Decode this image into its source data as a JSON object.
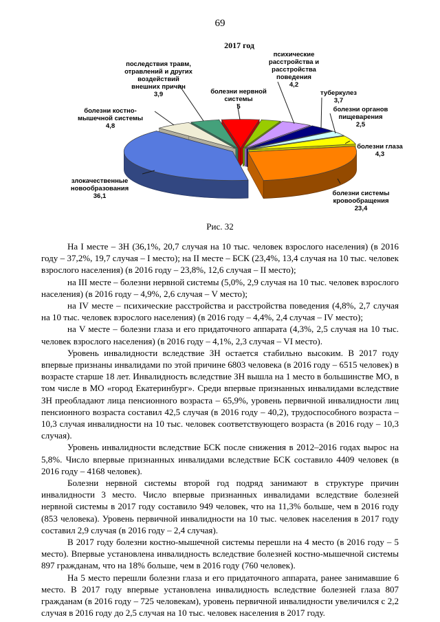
{
  "page": {
    "number": "69"
  },
  "figure": {
    "caption": "Рис. 32"
  },
  "chart_data": {
    "type": "pie",
    "title": "2017 год",
    "legend_position": "none",
    "style": "3d-exploded-pie",
    "slices": [
      {
        "label": "болезни нервной\nсистемы",
        "value": "5",
        "display_pct": 5,
        "color": "#FF0000"
      },
      {
        "label": "",
        "value": "",
        "display_pct": 2.6,
        "color": "#99CC00"
      },
      {
        "label": "психические\nрасстройства и\nрасстройства\nповедения",
        "value": "4,2",
        "display_pct": 4.2,
        "color": "#CC99FF"
      },
      {
        "label": "туберкулез",
        "value": "3,7",
        "display_pct": 3.7,
        "color": "#000080"
      },
      {
        "label": "болезни органов\nпищеварения",
        "value": "2,5",
        "display_pct": 2.5,
        "color": "#CCFFFF"
      },
      {
        "label": "болезни глаза",
        "value": "4,3",
        "display_pct": 4.3,
        "color": "#FFFF00"
      },
      {
        "label": "болезни системы\nкровообращения",
        "value": "23,4",
        "display_pct": 23.4,
        "color": "#FF8000"
      },
      {
        "label": "злокачественные\nновообразования",
        "value": "36,1",
        "display_pct": 36.1,
        "color": "#567ADF"
      },
      {
        "label": "болезни костно-\nмышечной системы",
        "value": "4,8",
        "display_pct": 4.8,
        "color": "#F0EDD5"
      },
      {
        "label": "последствия травм,\nотравлений и других\nвоздействий\nвнешних причин",
        "value": "3,9",
        "display_pct": 3.9,
        "color": "#44A17B"
      }
    ]
  },
  "paragraphs": [
    "На I месте – ЗН (36,1%, 20,7 случая на 10 тыс. человек взрослого населения) (в 2016 году – 37,2%, 19,7 случая – I место); на II месте – БСК (23,4%, 13,4 случая на 10 тыс. человек взрослого населения) (в 2016 году – 23,8%, 12,6 случая – II место);",
    "на III месте – болезни нервной системы (5,0%, 2,9 случая на 10 тыс. человек взрослого населения) (в 2016 году – 4,9%, 2,6 случая – V место);",
    "на IV месте – психические расстройства и расстройства поведения (4,8%, 2,7 случая на 10 тыс. человек взрослого населения) (в 2016 году – 4,4%, 2,4 случая – IV место);",
    "на V месте – болезни глаза и его придаточного аппарата (4,3%, 2,5 случая на 10 тыс. человек взрослого населения) (в 2016 году – 4,1%, 2,3 случая – VI место).",
    "Уровень инвалидности вследствие ЗН остается стабильно высоким. В 2017 году впервые признаны инвалидами по этой причине 6803 человека (в 2016 году – 6515 человек) в возрасте старше 18 лет. Инвалидность вследствие ЗН вышла на 1 место в большинстве МО, в том числе в МО «город Екатеринбург». Среди впервые признанных инвалидами вследствие ЗН преобладают лица пенсионного возраста – 65,9%, уровень первичной инвалидности лиц пенсионного возраста составил 42,5 случая (в 2016 году – 40,2), трудоспособного возраста – 10,3 случая инвалидности на 10 тыс. человек соответствующего возраста (в 2016 году – 10,3 случая).",
    "Уровень инвалидности вследствие БСК после снижения в 2012–2016 годах вырос на 5,8%. Число впервые признанных инвалидами вследствие БСК составило 4409 человек (в 2016 году – 4168 человек).",
    "Болезни нервной системы второй год подряд занимают в структуре причин инвалидности 3 место. Число впервые признанных инвалидами вследствие болезней нервной системы в 2017 году составило 949 человек, что на 11,3% больше, чем в 2016 году (853 человека). Уровень первичной инвалидности на 10 тыс. человек населения в 2017 году составил 2,9 случая (в 2016 году – 2,4 случая).",
    "В 2017 году болезни костно-мышечной системы перешли на 4 место (в 2016 году – 5 место). Впервые установлена инвалидность вследствие болезней костно-мышечной системы 897 гражданам, что на 18% больше, чем в 2016 году (760 человек).",
    "На 5 место перешли болезни глаза и его придаточного аппарата, ранее занимавшие 6 место. В 2017 году впервые установлена инвалидность вследствие болезней глаза 807 гражданам (в 2016 году – 725 человекам), уровень первичной инвалидности увеличился с 2,2 случая в 2016 году до 2,5 случая на 10 тыс. человек населения в 2017 году."
  ]
}
